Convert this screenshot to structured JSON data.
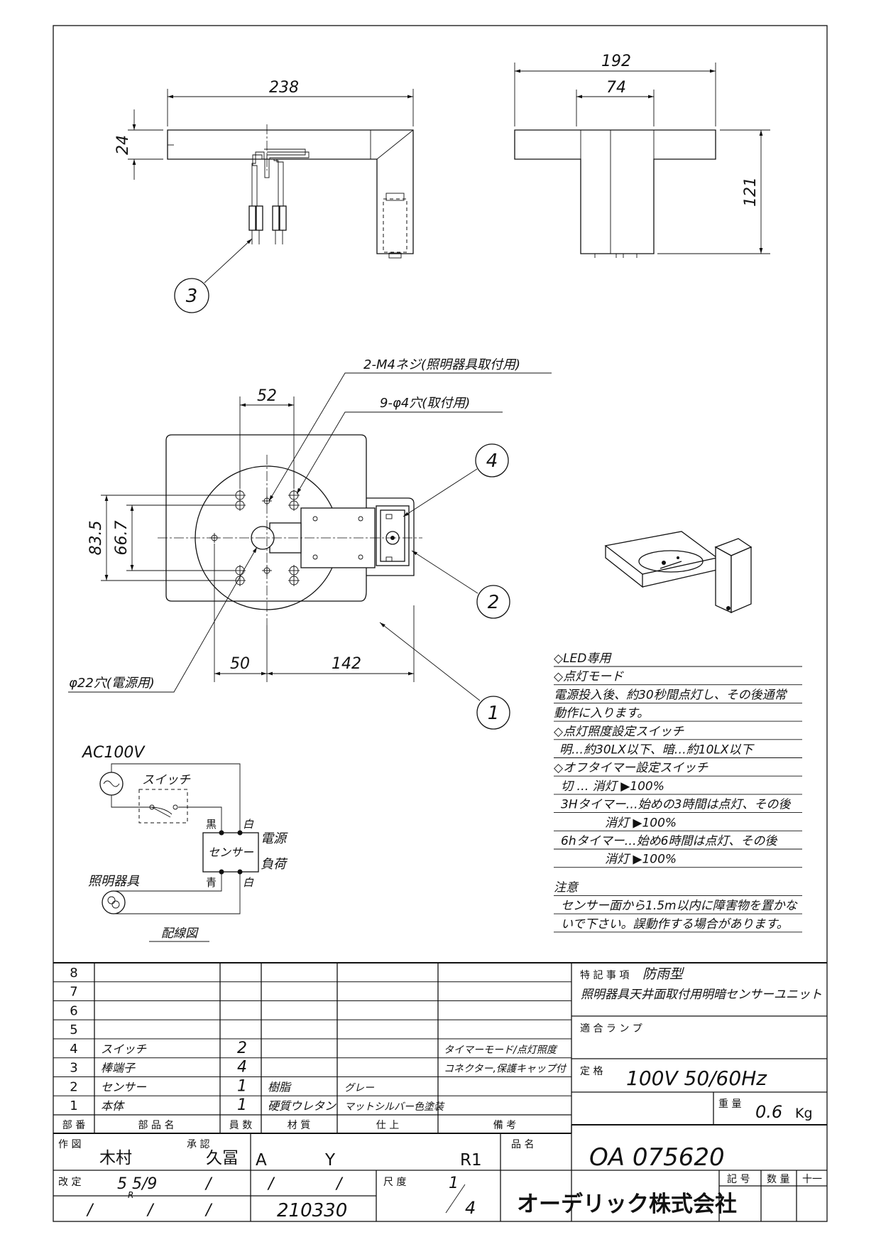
{
  "drawing": {
    "front_view": {
      "width": "238",
      "height": "24",
      "callout": "3"
    },
    "side_view": {
      "width": "192",
      "inner_width": "74",
      "height": "121"
    },
    "plan_view": {
      "screw_note": "2-M4ネジ(照明器具取付用)",
      "hole_note": "9-φ4穴(取付用)",
      "pitch_top": "52",
      "v_outer": "83.5",
      "v_inner": "66.7",
      "d_left": "50",
      "d_right": "142",
      "power_hole": "φ22穴(電源用)",
      "callout_1": "1",
      "callout_2": "2",
      "callout_4": "4"
    },
    "wiring": {
      "supply": "AC100V",
      "switch": "スイッチ",
      "black": "黒",
      "white_top": "白",
      "sensor_line1": "センサー",
      "power": "電源",
      "load": "負荷",
      "fixture": "照明器具",
      "blue": "青",
      "white_bottom": "白",
      "title": "配線図"
    }
  },
  "notes": [
    {
      "text": "◇LED専用",
      "underline": true
    },
    {
      "text": "◇点灯モード",
      "underline": false
    },
    {
      "text": "電源投入後、約30秒間点灯し、その後通常",
      "underline": false
    },
    {
      "text": "動作に入ります。",
      "underline": false
    },
    {
      "text": "◇点灯照度設定スイッチ",
      "underline": false
    },
    {
      "text": "明…約30LX以下、暗…約10LX以下",
      "underline": false
    },
    {
      "text": "◇オフタイマー設定スイッチ",
      "underline": false
    },
    {
      "text": "切 … 消灯 ▶100%",
      "underline": false
    },
    {
      "text": "3Hタイマー…始めの3時間は点灯、その後",
      "underline": false
    },
    {
      "text": "消灯 ▶100%",
      "underline": false
    },
    {
      "text": "6hタイマー…始め6時間は点灯、その後",
      "underline": false
    },
    {
      "text": "消灯 ▶100%",
      "underline": false
    },
    {
      "text": "注意",
      "underline": true
    },
    {
      "text": "センサー面から1.5m以内に障害物を置かな",
      "underline": false
    },
    {
      "text": "いで下さい。誤動作する場合があります。",
      "underline": false
    }
  ],
  "parts": {
    "headers": [
      "部 番",
      "部 品 名",
      "員 数",
      "材 質",
      "仕 上",
      "備 考"
    ],
    "rows": [
      {
        "no": "8",
        "name": "",
        "qty": "",
        "material": "",
        "finish": "",
        "remarks": ""
      },
      {
        "no": "7",
        "name": "",
        "qty": "",
        "material": "",
        "finish": "",
        "remarks": ""
      },
      {
        "no": "6",
        "name": "",
        "qty": "",
        "material": "",
        "finish": "",
        "remarks": ""
      },
      {
        "no": "5",
        "name": "",
        "qty": "",
        "material": "",
        "finish": "",
        "remarks": ""
      },
      {
        "no": "4",
        "name": "スイッチ",
        "qty": "2",
        "material": "",
        "finish": "",
        "remarks": "タイマーモード/点灯照度"
      },
      {
        "no": "3",
        "name": "棒端子",
        "qty": "4",
        "material": "",
        "finish": "",
        "remarks": "コネクター,保護キャップ付"
      },
      {
        "no": "2",
        "name": "センサー",
        "qty": "1",
        "material": "樹脂",
        "finish": "グレー",
        "remarks": ""
      },
      {
        "no": "1",
        "name": "本体",
        "qty": "1",
        "material": "硬質ウレタン",
        "finish": "マットシルバー色塗装",
        "remarks": ""
      }
    ]
  },
  "spec": {
    "special_label": "特 記 事 項",
    "special_1": "防雨型",
    "special_2": "照明器具天井面取付用明暗センサーユニット",
    "lamp_label": "適 合 ラ ン プ",
    "rating_label": "定 格",
    "rating": "100V 50/60Hz",
    "weight_label": "重 量",
    "weight": "0.6",
    "weight_unit": "Kg"
  },
  "title_block": {
    "drawn_label": "作 図",
    "drawn_by": "木村",
    "approved_label": "承 認",
    "approved_by": "久冨",
    "code_a": "A",
    "code_y": "Y",
    "code_r": "R1",
    "product_label": "品 名",
    "product_no": "OA 075620",
    "revision_label": "改 定",
    "revision_date": "5 5/9",
    "revision_sub": "R",
    "slash": "/",
    "scale_label": "尺 度",
    "scale_num": "1",
    "scale_den": "4",
    "date_code": "210330",
    "company": "オーデリック株式会社",
    "symbol_label": "記 号",
    "qty_label": "数 量",
    "extra_label": "十一"
  }
}
